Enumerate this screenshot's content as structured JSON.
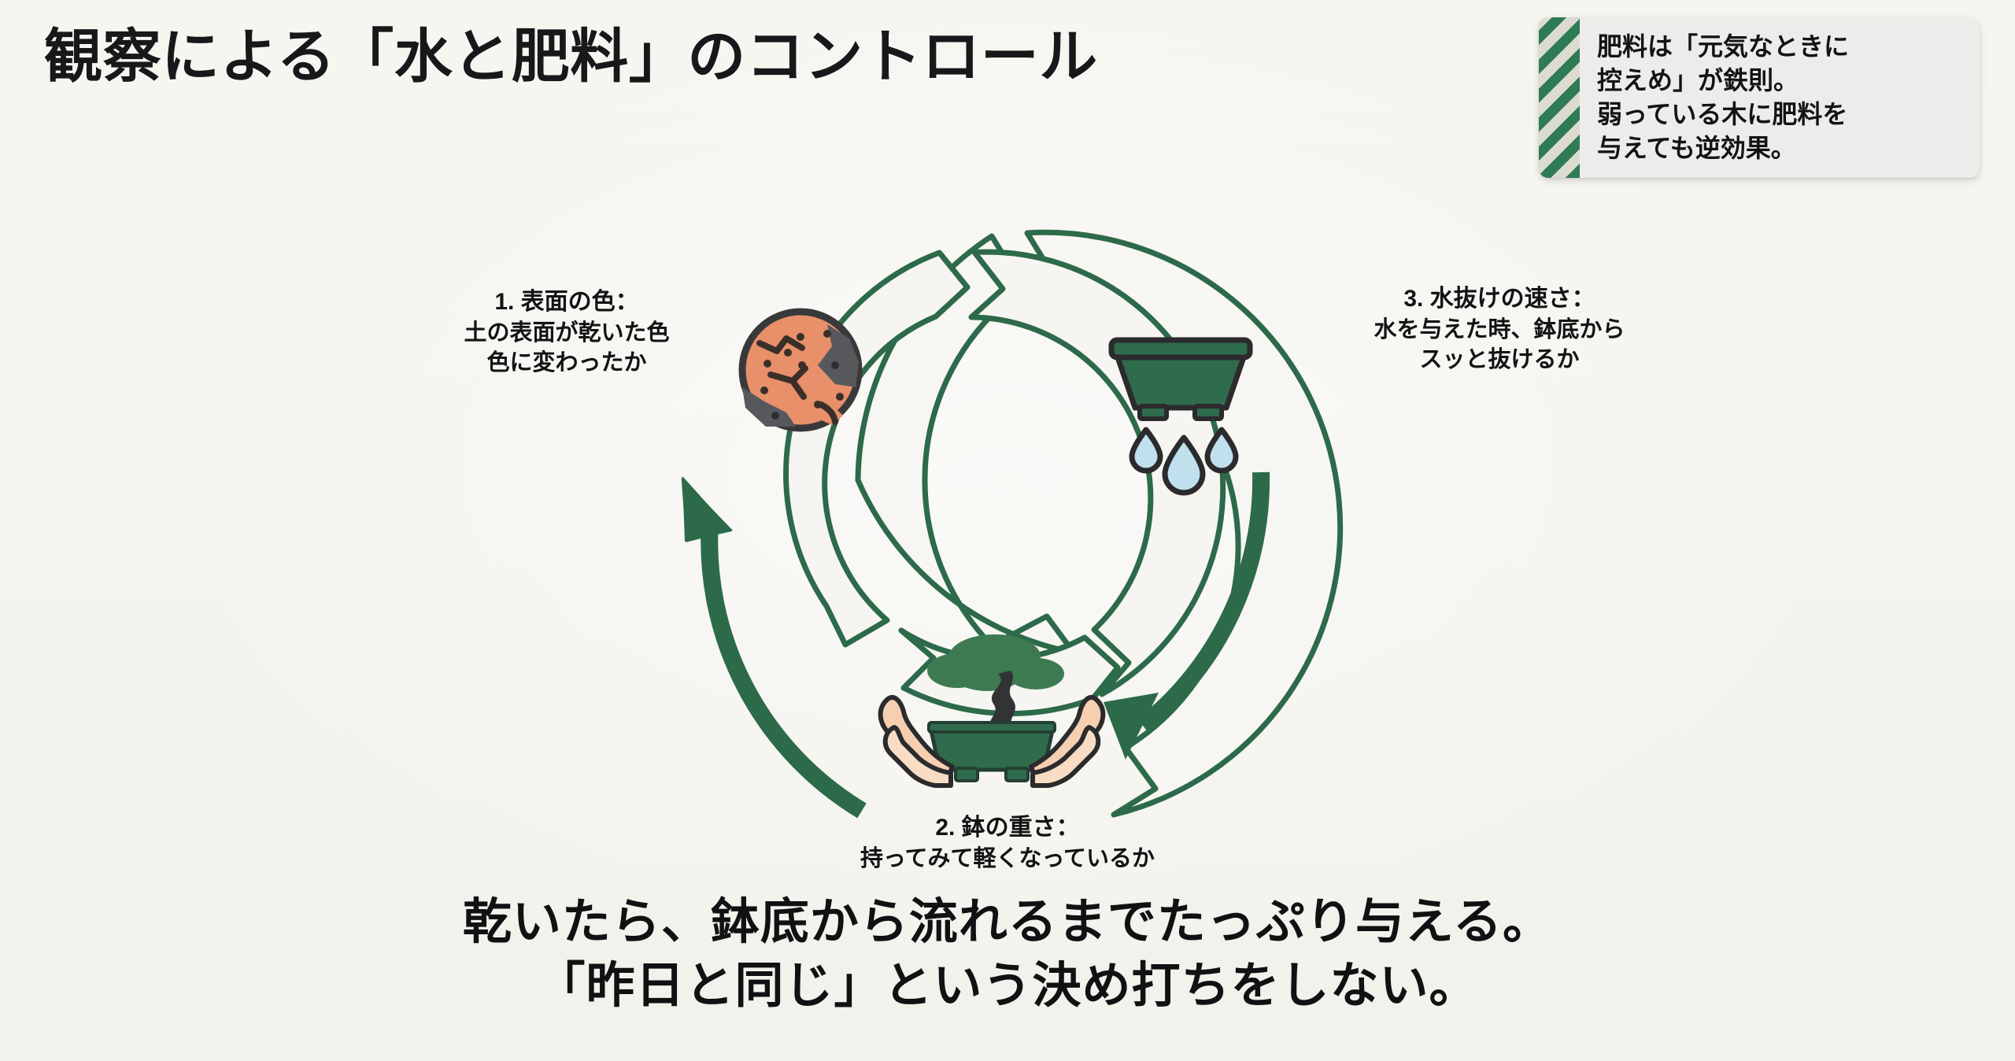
{
  "page": {
    "title": "観察による「水と肥料」のコントロール",
    "background_color": "#f4f3ee",
    "accent_green": "#2d6a4a"
  },
  "callout": {
    "stripe_color": "#2f7a57",
    "lines": [
      "肥料は「元気なときに",
      "控えめ」が鉄則。",
      "弱っている木に肥料を",
      "与えても逆効果。"
    ]
  },
  "cycle": {
    "steps": [
      {
        "number": "1.",
        "heading": "1. 表面の色：",
        "detail_lines": [
          "土の表面が乾いた色",
          "色に変わったか"
        ],
        "icon": "soil-surface-icon"
      },
      {
        "number": "2.",
        "heading": "2. 鉢の重さ：",
        "detail_lines": [
          "持ってみて軽くなっているか"
        ],
        "icon": "hands-holding-bonsai-icon"
      },
      {
        "number": "3.",
        "heading": "3. 水抜けの速さ：",
        "detail_lines": [
          "水を与えた時、鉢底から",
          "スッと抜けるか"
        ],
        "icon": "pot-draining-water-icon"
      }
    ]
  },
  "conclusion": {
    "lines": [
      "乾いたら、鉢底から流れるまでたっぷり与える。",
      "「昨日と同じ」という決め打ちをしない。"
    ]
  }
}
